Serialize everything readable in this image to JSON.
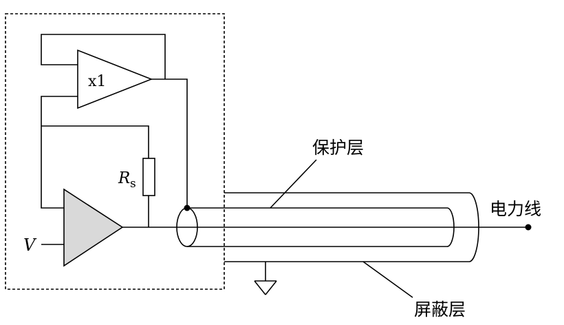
{
  "labels": {
    "buffer": "x1",
    "resistor_symbol": "R",
    "resistor_subscript": "s",
    "input": "V",
    "guard_layer": "保护层",
    "shield_layer": "屏蔽层",
    "power_line": "电力线"
  },
  "colors": {
    "stroke": "#000000",
    "amplifier_fill": "#d9d9d9",
    "background": "#ffffff"
  },
  "icons": {
    "ground": "ground-symbol"
  }
}
